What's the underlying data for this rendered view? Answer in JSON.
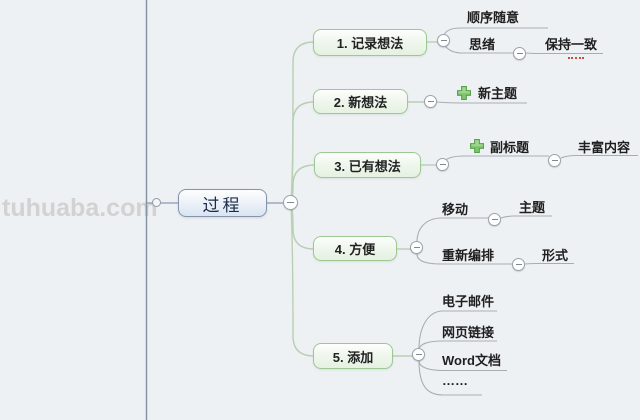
{
  "watermark": "tuhuaba.com",
  "root": {
    "label": "过程"
  },
  "branches": [
    {
      "label": "1. 记录想法",
      "children": [
        {
          "label": "顺序随意"
        },
        {
          "label": "思绪",
          "children": [
            {
              "label": "保持一致"
            }
          ]
        }
      ]
    },
    {
      "label": "2. 新想法",
      "children": [
        {
          "label": "新主题",
          "icon": "plus-icon"
        }
      ]
    },
    {
      "label": "3. 已有想法",
      "children": [
        {
          "label": "副标题",
          "icon": "plus-icon",
          "children": [
            {
              "label": "丰富内容"
            }
          ]
        }
      ]
    },
    {
      "label": "4. 方便",
      "children": [
        {
          "label": "移动",
          "children": [
            {
              "label": "主题"
            }
          ]
        },
        {
          "label": "重新编排",
          "children": [
            {
              "label": "形式"
            }
          ]
        }
      ]
    },
    {
      "label": "5. 添加",
      "children": [
        {
          "label": "电子邮件"
        },
        {
          "label": "网页链接"
        },
        {
          "label": "Word文档"
        },
        {
          "label": "……"
        }
      ]
    }
  ],
  "colors": {
    "background": "#eef1f4",
    "spine": "#8593a6",
    "root_border": "#8494ab",
    "branch_border": "#9cc894",
    "branch_connector": "#b9cfb4",
    "sub_connector": "#a9adb2",
    "text": "#222222",
    "watermark": "#d2d2d2",
    "plus_icon_green": "#7cc36a",
    "spellcheck_red": "#d04a3c"
  }
}
